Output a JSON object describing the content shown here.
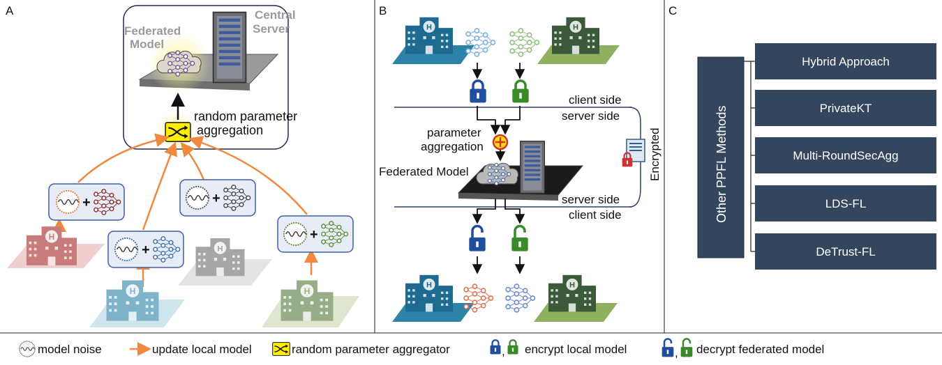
{
  "panel_a": {
    "letter": "A",
    "federated_model_label": [
      "Federated",
      "Model"
    ],
    "central_server_label": [
      "Central",
      "Server"
    ],
    "aggregation_label": [
      "random parameter",
      "aggregation"
    ]
  },
  "panel_b": {
    "letter": "B",
    "client_side_top": "client side",
    "server_side_top": "server side",
    "parameter_aggregation": [
      "parameter",
      "aggregation"
    ],
    "federated_model": "Federated Model",
    "server_side_bottom": "server side",
    "client_side_bottom": "client side",
    "encrypted": "Encrypted"
  },
  "panel_c": {
    "letter": "C",
    "group_label": "Other PPFL Methods",
    "methods": [
      "Hybrid Approach",
      "PrivateKT",
      "Multi-RoundSecAgg",
      "LDS-FL",
      "DeTrust-FL"
    ]
  },
  "legend": {
    "model_noise": "model noise",
    "update_local_model": "update local model",
    "random_parameter_aggregator": "random parameter aggregator",
    "encrypt_local_model": "encrypt local model",
    "decrypt_federated_model": "decrypt federated model",
    "comma": ","
  },
  "colors": {
    "orange_arrow": "#f0883e",
    "blue_lock": "#1f4e9e",
    "green_lock": "#3a8a2a",
    "method_box": "#34465e",
    "yellow_aggregator": "#ffee00"
  }
}
